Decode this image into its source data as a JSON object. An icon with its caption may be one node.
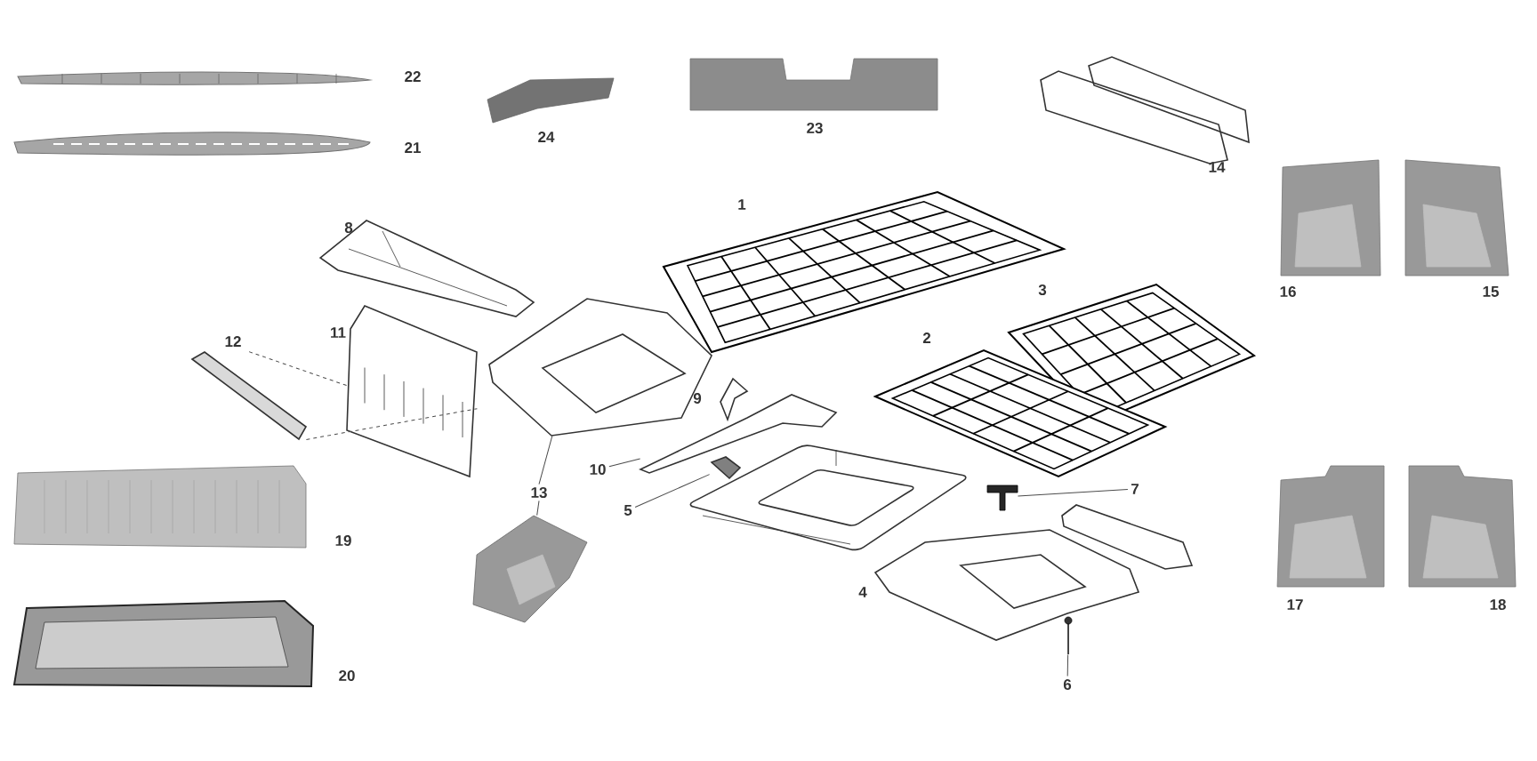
{
  "diagram": {
    "nodes": [
      {
        "text": [
          "13"
        ]
      },
      {
        "text": [],
        "shape": "picture"
      },
      {
        "text": [],
        "shape": "picture"
      },
      {
        "text": [
          "10"
        ]
      },
      {
        "text": [],
        "shape": "picture"
      },
      {
        "text": [
          "5"
        ]
      },
      {
        "text": [],
        "shape": "picture"
      },
      {
        "text": [
          "7"
        ]
      },
      {
        "text": [],
        "shape": "picture"
      },
      {
        "text": [
          "6"
        ]
      },
      {
        "text": [],
        "shape": "picture"
      },
      {
        "text": [],
        "shape": "picture"
      },
      {
        "text": [],
        "shape": "picture"
      }
    ],
    "edges": [
      {
        "from": 0,
        "to": 1,
        "arrow": "none"
      },
      {
        "from": 0,
        "to": 2,
        "arrow": "none"
      },
      {
        "from": 3,
        "to": 4,
        "arrow": "none"
      },
      {
        "from": 5,
        "to": 6,
        "arrow": "none"
      },
      {
        "from": 7,
        "to": 8,
        "arrow": "none"
      },
      {
        "from": 9,
        "to": 10,
        "arrow": "none"
      },
      {
        "from": 11,
        "to": 12,
        "arrow": "none",
        "style": "dashed"
      },
      {
        "from": 11,
        "to": 12,
        "arrow": "none",
        "style": "dashed"
      }
    ],
    "labels": [
      "22",
      "24",
      "23",
      "21",
      "14",
      "1",
      "8",
      "3",
      "16",
      "15",
      "11",
      "12",
      "2",
      "9",
      "19",
      "4",
      "17",
      "18",
      "20"
    ]
  }
}
